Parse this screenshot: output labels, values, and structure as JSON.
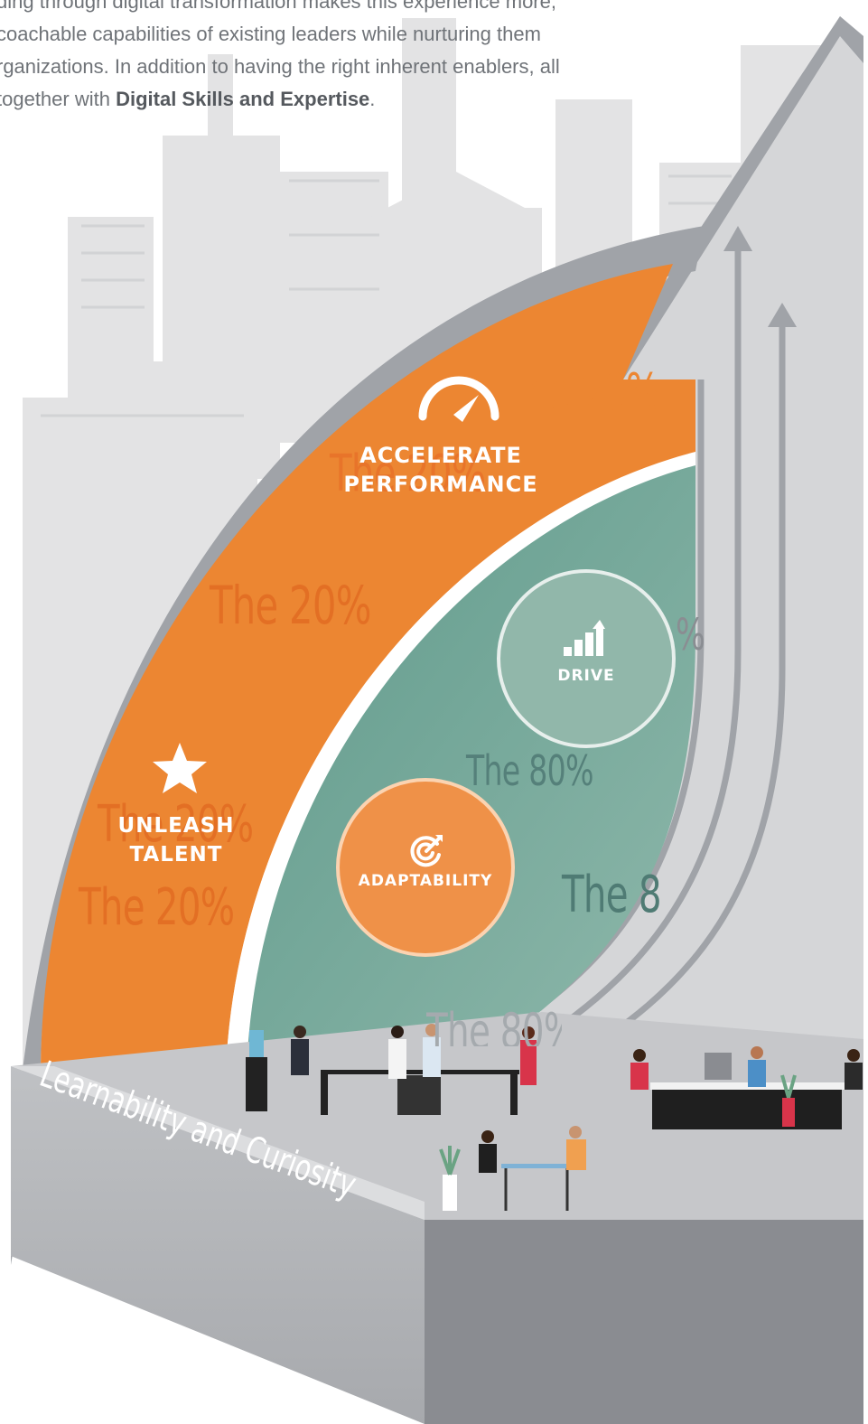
{
  "intro": {
    "line1": "ding through digital transformation makes this experience more,",
    "line2": "coachable capabilities of existing leaders while nurturing them",
    "line3": "rganizations. In addition to having the right inherent enablers, all",
    "line4_prefix": "together with ",
    "line4_bold": "Digital Skills and Expertise",
    "line4_suffix": "."
  },
  "labels": {
    "accelerate_line1": "ACCELERATE",
    "accelerate_line2": "PERFORMANCE",
    "unleash_line1": "UNLEASH",
    "unleash_line2": "TALENT",
    "drive": "DRIVE",
    "adaptability": "ADAPTABILITY",
    "base": "Learnability and Curiosity"
  },
  "ghost_text": {
    "twenty": "The 20%",
    "eighty": "The 80%",
    "pct": "%"
  },
  "colors": {
    "orange": "#ec8632",
    "teal": "#6fa396",
    "arrow_gray": "#a0a3a8",
    "light_gray": "#d9dadc",
    "city_gray": "#e2e2e3"
  },
  "icons": [
    "speedometer-icon",
    "star-icon",
    "bar-chart-arrow-icon",
    "target-arrow-icon"
  ]
}
